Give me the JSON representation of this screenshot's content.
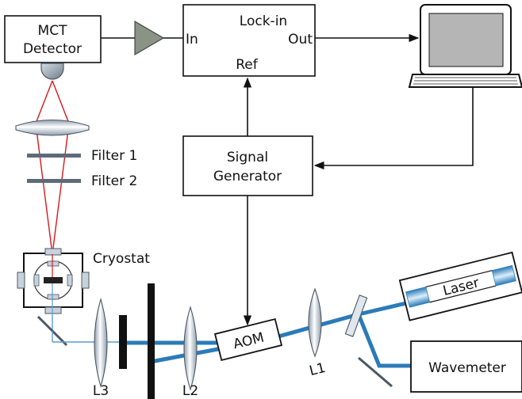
{
  "labels": {
    "mct_line1": "MCT",
    "mct_line2": "Detector",
    "lockin_title": "Lock-in",
    "lockin_in": "In",
    "lockin_out": "Out",
    "lockin_ref": "Ref",
    "siggen_line1": "Signal",
    "siggen_line2": "Generator",
    "filter1": "Filter 1",
    "filter2": "Filter 2",
    "cryostat": "Cryostat",
    "aom": "AOM",
    "laser": "Laser",
    "wavemeter": "Wavemeter",
    "lens_l1": "L1",
    "lens_l2": "L2",
    "lens_l3": "L3"
  },
  "colors": {
    "ir_beam": "#d7191c",
    "laser_beam": "#2b7bb9",
    "probe_beam": "#5b9bd5",
    "optic": "#b8c6d3",
    "filter": "#5d6b78",
    "amplifier": "#8a9386",
    "detector": "#9aa7b3"
  },
  "icons": {
    "amplifier": "amplifier-triangle-icon",
    "computer": "computer-monitor-icon",
    "detector": "detector-dome-icon"
  }
}
